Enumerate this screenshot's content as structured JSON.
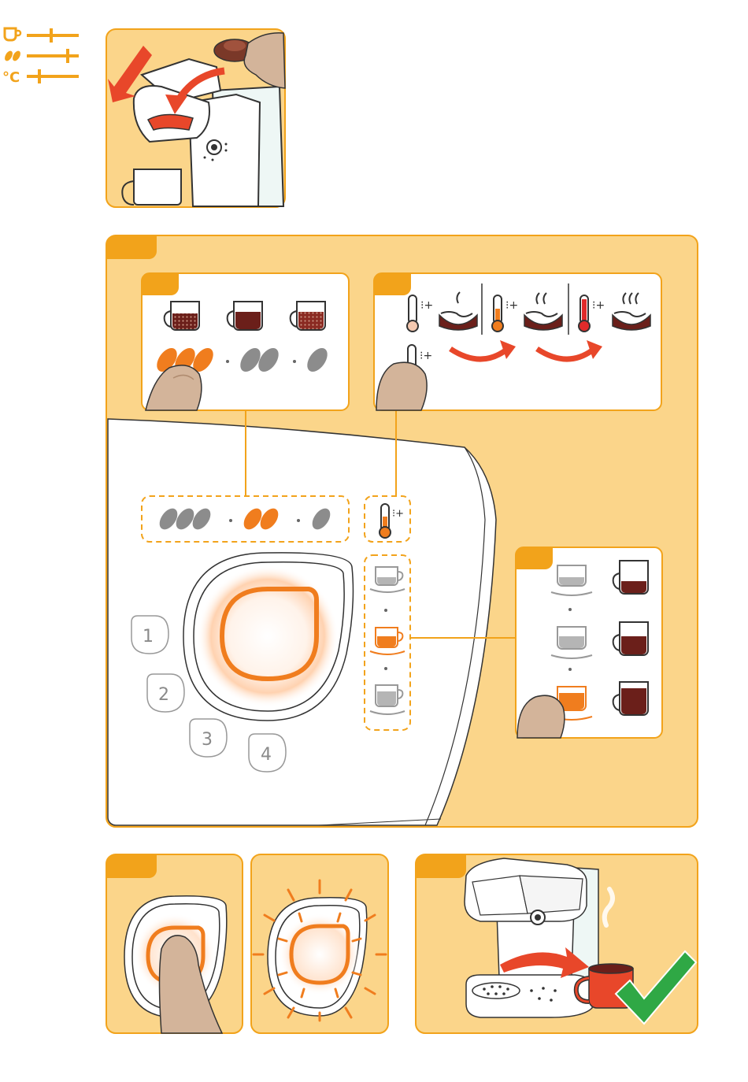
{
  "colors": {
    "accent": "#f2a31b",
    "accent_light": "#fbd58a",
    "highlight_orange": "#f07d1e",
    "arrow_red": "#e8472a",
    "coffee_dark": "#6b1f1a",
    "bean_gray": "#8c8c8c",
    "check_green": "#2fa845",
    "skin": "#d3b49a"
  },
  "legend": {
    "rows": [
      {
        "icon": "cup-size-icon",
        "setting": "size"
      },
      {
        "icon": "strength-beans-icon",
        "setting": "strength"
      },
      {
        "icon": "temperature-celsius-icon",
        "label": "°C"
      }
    ]
  },
  "step1": {
    "icons": [
      "coffee-machine-icon",
      "pod-icon",
      "hand-icon",
      "down-arrow-icon",
      "cup-icon"
    ]
  },
  "step2": {
    "strength_panel": {
      "icons": [
        "strong-cup-icon",
        "medium-cup-icon",
        "light-cup-icon",
        "three-beans-icon",
        "two-beans-icon",
        "one-bean-icon",
        "finger-icon"
      ]
    },
    "temperature_panel": {
      "icons": [
        "thermometer-low-icon",
        "thermometer-mid-icon",
        "thermometer-high-icon",
        "steam-cup-icon",
        "curved-arrow-icon",
        "finger-icon"
      ]
    },
    "size_panel": {
      "icons": [
        "small-cup-icon",
        "medium-cup-icon",
        "large-cup-icon",
        "mug-icon",
        "finger-icon"
      ]
    },
    "control_panel": {
      "program_buttons": [
        "1",
        "2",
        "3",
        "4"
      ],
      "icons": [
        "strength-selector-icon",
        "temperature-selector-icon",
        "cup-size-selector-icon",
        "start-button-icon"
      ]
    }
  },
  "step3": {
    "icons": [
      "press-start-icon",
      "finger-icon",
      "glowing-button-icon"
    ]
  },
  "step4": {
    "icons": [
      "coffee-machine-icon",
      "full-cup-icon",
      "arrow-icon",
      "check-mark-icon"
    ]
  }
}
